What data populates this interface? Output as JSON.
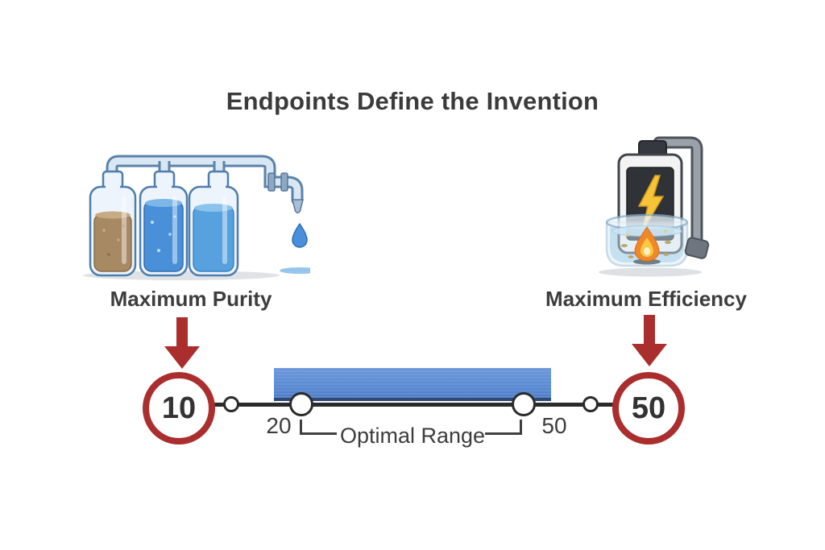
{
  "title": "Endpoints Define the Invention",
  "endpoints": {
    "left": {
      "label": "Maximum Purity",
      "value": "10"
    },
    "right": {
      "label": "Maximum Efficiency",
      "value": "50"
    }
  },
  "number_line": {
    "endpoint_values": [
      10,
      50
    ],
    "optimal_range": [
      20,
      50
    ],
    "range_start": "20",
    "range_end": "50",
    "range_label": "Optimal Range"
  },
  "illustrations": {
    "left": "water-purification-bottles-with-faucet-and-drop",
    "right": "battery-in-heated-water-beaker"
  },
  "colors": {
    "accent_red": "#ab2e2e",
    "bar_blue": "#5e8fd8",
    "bar_edge": "#2e4a74",
    "line_ink": "#2b2b2b",
    "text_ink": "#3d3d3d",
    "water_blue": "#4a90d9",
    "dirty_brown": "#a78a63",
    "flame_orange": "#f0882a",
    "bolt_yellow": "#f7c437"
  }
}
